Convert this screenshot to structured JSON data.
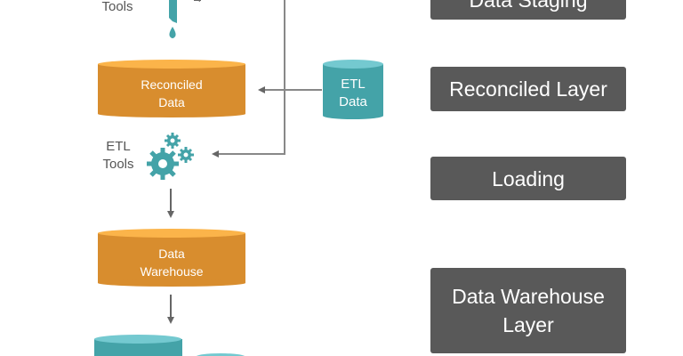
{
  "left": {
    "top_tools_label": "Tools",
    "reconciled_data": {
      "line1": "Reconciled",
      "line2": "Data"
    },
    "etl_data": {
      "line1": "ETL",
      "line2": "Data"
    },
    "etl_tools": {
      "line1": "ETL",
      "line2": "Tools"
    },
    "data_warehouse": {
      "line1": "Data",
      "line2": "Warehouse"
    }
  },
  "layers": [
    {
      "label": "Data Staging"
    },
    {
      "label": "Reconciled Layer"
    },
    {
      "label": "Loading"
    },
    {
      "label": "Data Warehouse Layer"
    }
  ],
  "colors": {
    "orange": "#d88d2e",
    "orange_top": "#fbb44a",
    "teal": "#44a3a8",
    "teal_top": "#74c9d0",
    "box": "#595959",
    "arrow": "#666666"
  }
}
